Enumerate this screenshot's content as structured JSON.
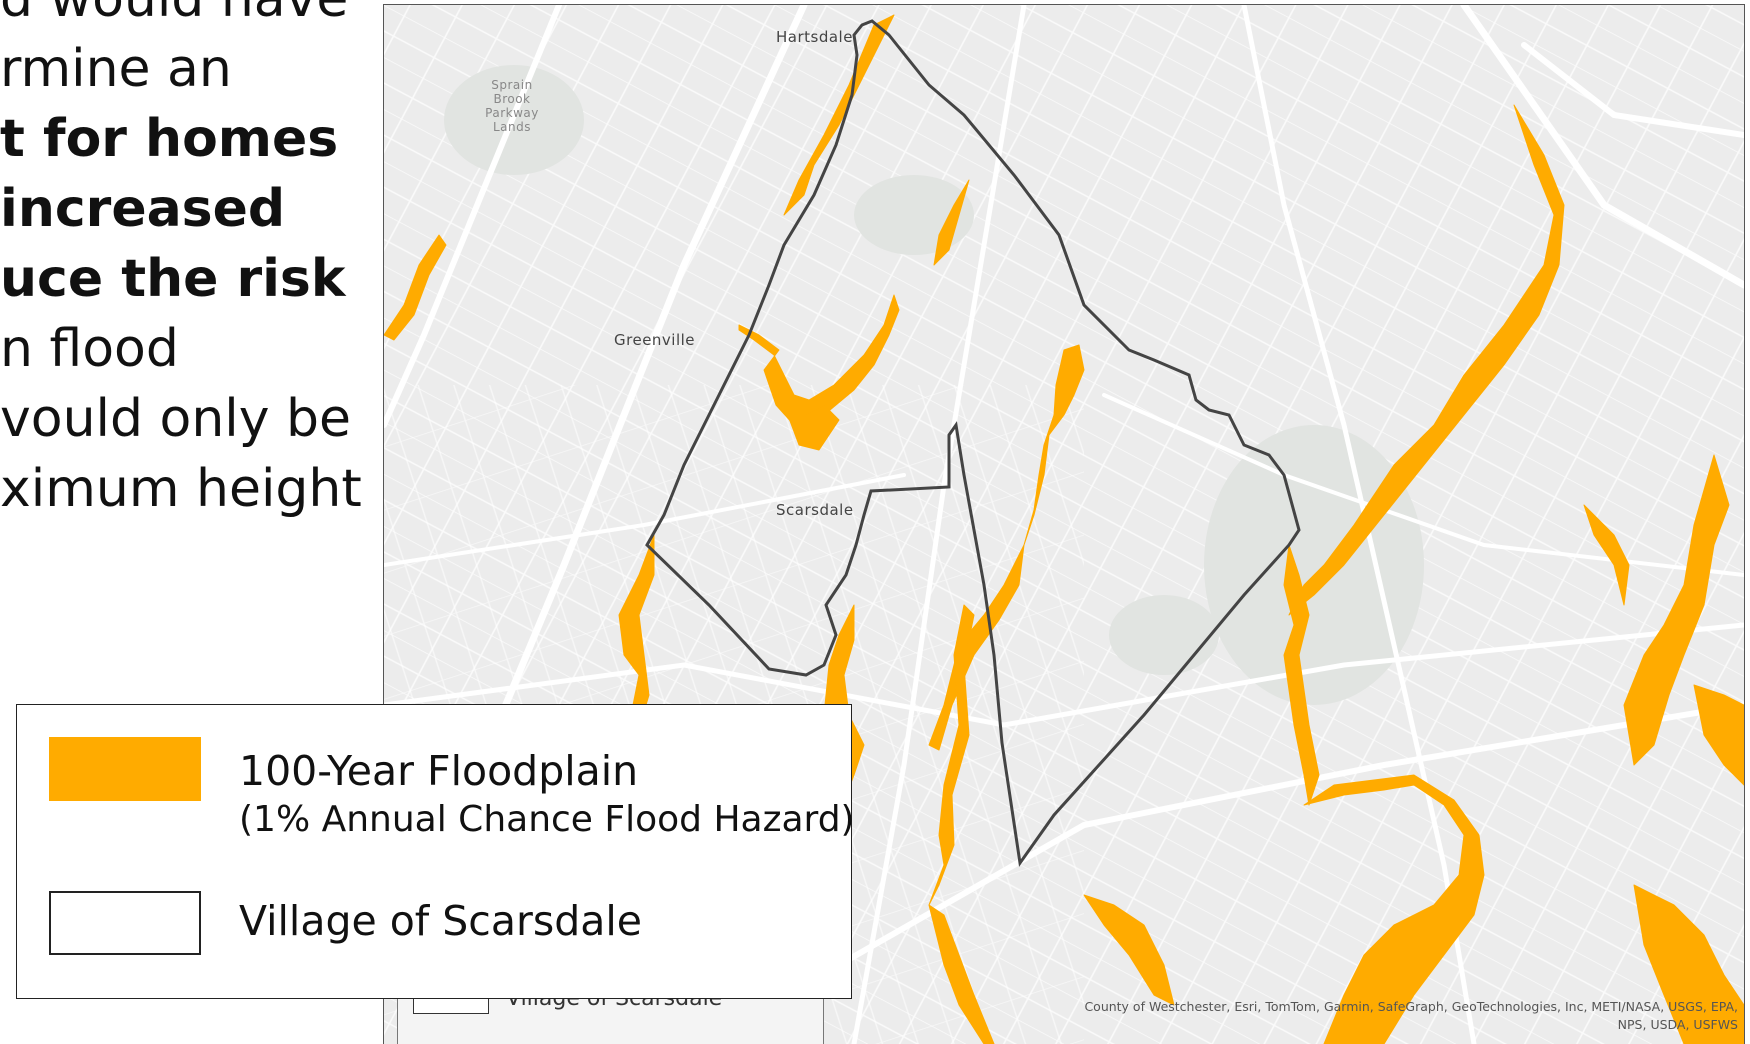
{
  "slide_text": {
    "lines": [
      {
        "text": "d would have",
        "bold": false
      },
      {
        "text": "rmine an",
        "bold": false
      },
      {
        "text": "t for homes",
        "bold": true
      },
      {
        "text": "increased",
        "bold": true
      },
      {
        "text": "uce the risk",
        "bold": true
      },
      {
        "text": "n flood",
        "bold": false
      },
      {
        "text": "vould only be",
        "bold": false
      },
      {
        "text": "ximum height",
        "bold": false
      }
    ]
  },
  "map": {
    "places": {
      "hartsdale": "Hartsdale",
      "sprain_brook": "Sprain Brook Parkway Lands",
      "greenville": "Greenville",
      "scarsdale": "Scarsdale"
    },
    "attribution": "County of Westchester, Esri, TomTom, Garmin, SafeGraph, GeoTechnologies, Inc, METI/NASA, USGS, EPA, NPS, USDA, USFWS",
    "ghost_legend_label": "Village of Scarsdale"
  },
  "legend": {
    "floodplain_label": "100-Year Floodplain",
    "floodplain_sub": "(1% Annual Chance Flood Hazard)",
    "boundary_label": "Village of Scarsdale"
  },
  "colors": {
    "floodplain": "#ffab00",
    "boundary": "#444444",
    "map_background": "#ececec",
    "roads": "#ffffff"
  }
}
